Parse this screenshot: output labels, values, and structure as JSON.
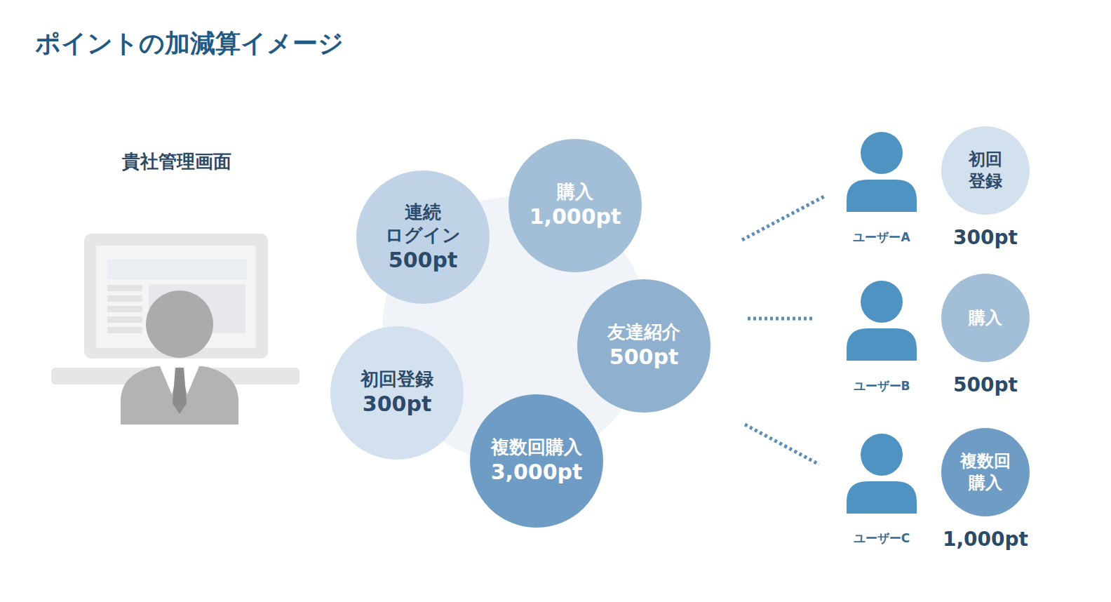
{
  "diagram": {
    "title": "ポイントの加減算イメージ",
    "nodes": [
      {
        "text": [
          "連続 ログイン",
          "500pt"
        ]
      },
      {
        "text": [
          "購入",
          "1,000pt"
        ]
      },
      {
        "text": [
          "友達紹介",
          "500pt"
        ]
      },
      {
        "text": [
          "初回登録",
          "300pt"
        ]
      },
      {
        "text": [
          "複数回購入",
          "3,000pt"
        ]
      },
      {
        "text": [
          "初回 登録",
          "300pt"
        ]
      },
      {
        "text": [
          "購入",
          "500pt"
        ]
      },
      {
        "text": [
          "複数回 購入",
          "1,000pt"
        ]
      }
    ],
    "labels": [
      "貴社管理画面",
      "ユーザーA",
      "ユーザーB",
      "ユーザーC"
    ]
  }
}
